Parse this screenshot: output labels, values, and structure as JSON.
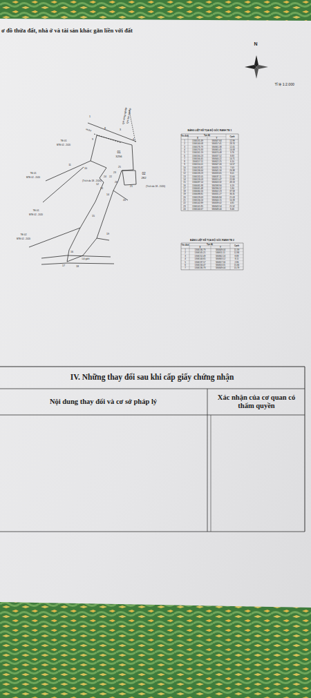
{
  "diagram": {
    "title": "ơ đồ thửa đất, nhà ở và tài sản khác gắn liền với đất",
    "nodes": [
      {
        "text": [
          "IV. Những thay đổi sau khi cấp giấy chứng nhận"
        ]
      },
      {
        "text": [
          "Nội dung thay đổi và cơ sở pháp lý"
        ]
      },
      {
        "text": [
          "Xác nhận của cơ quan có thẩm quyền"
        ]
      }
    ],
    "labels": [
      "N",
      "Tỉ lệ 1:2.000",
      "QH nông nghiệp",
      "QH lâm nghiệp",
      "HLBV",
      "01",
      "3256",
      "02",
      "282",
      "TĐ 01",
      "MTĐ 02 - 2020",
      "TĐ 01",
      "MTĐ 02 - 2020",
      "TĐ 01",
      "MTĐ 02 - 2020",
      "TĐ 02",
      "MTĐ 02 - 2020",
      "(Trích đo 18 - 2020)",
      "(Trích đo 18 - 2020)",
      "Lộ giới",
      "1",
      "3",
      "4",
      "8",
      "9",
      "10",
      "11",
      "12",
      "13",
      "14",
      "15",
      "16",
      "17",
      "18",
      "19",
      "20",
      "21",
      "22",
      "23",
      "24",
      "25",
      "26",
      "BẢNG LIỆT KÊ TỌA ĐỘ GÓC RANH TĐ 1",
      "Tên đỉnh",
      "Tọa độ",
      "X",
      "Y",
      "Cạnh",
      "1",
      "1306131.49",
      "584647.64",
      "12.99",
      "2",
      "1306140.08",
      "584657.41",
      "28.74",
      "3",
      "1306176.79",
      "584661.38",
      "12.05",
      "4",
      "1306170.33",
      "584665.45",
      "14.08",
      "5",
      "1306161.19",
      "584674.48",
      "3.76",
      "6",
      "1306160.23",
      "584637.52",
      "8.83",
      "7",
      "1306164.45",
      "584644.22",
      "14.71",
      "8",
      "1306157.11",
      "584622.25",
      "6.10",
      "9",
      "1306150.01",
      "584647.06",
      "14.57",
      "10",
      "1306135.82",
      "584631.70",
      "7.63",
      "11",
      "1306136.64",
      "584641.56",
      "26.98",
      "12",
      "1306133.23",
      "584633.65",
      "8.01",
      "13",
      "1306132.05",
      "584637.11",
      "11.60",
      "14",
      "1306126.03",
      "584615.47",
      "22.69",
      "15",
      "1306097.14",
      "584603.32",
      "49.13",
      "16",
      "1306065.38",
      "584598.90",
      "6.19",
      "17",
      "1306061.48",
      "584596.52",
      "5.90",
      "18",
      "1306060.16",
      "584602.23",
      "37.58",
      "19",
      "1306098.81",
      "584631.27",
      "36.31",
      "20",
      "1306129.63",
      "584646.84",
      "21.03",
      "21",
      "1306134.24",
      "584644.15",
      "10.33",
      "22",
      "1306142.89",
      "584639.02",
      "4.81",
      "23",
      "1306141.85",
      "584643.54",
      "21.52",
      "24",
      "1306140.67",
      "584648.44",
      "8.46",
      "BẢNG LIỆT KÊ TỌA ĐỘ GÓC RANH TĐ 2",
      "Tên đỉnh",
      "Tọa độ",
      "X",
      "Y",
      "Cạnh",
      "1",
      "1306136.79",
      "584649.04",
      "11.39",
      "2",
      "1306145.21",
      "584651.11",
      "12.86",
      "3",
      "1306152.49",
      "584662.24",
      "8.88",
      "4",
      "1306144.65",
      "584663.12",
      "8.11",
      "5",
      "1306137.57",
      "584657.56",
      "2.86",
      "6",
      "1306134.47",
      "584653.31",
      "15.66",
      "7",
      "1306136.79",
      "584649.04",
      "15.79"
    ]
  }
}
